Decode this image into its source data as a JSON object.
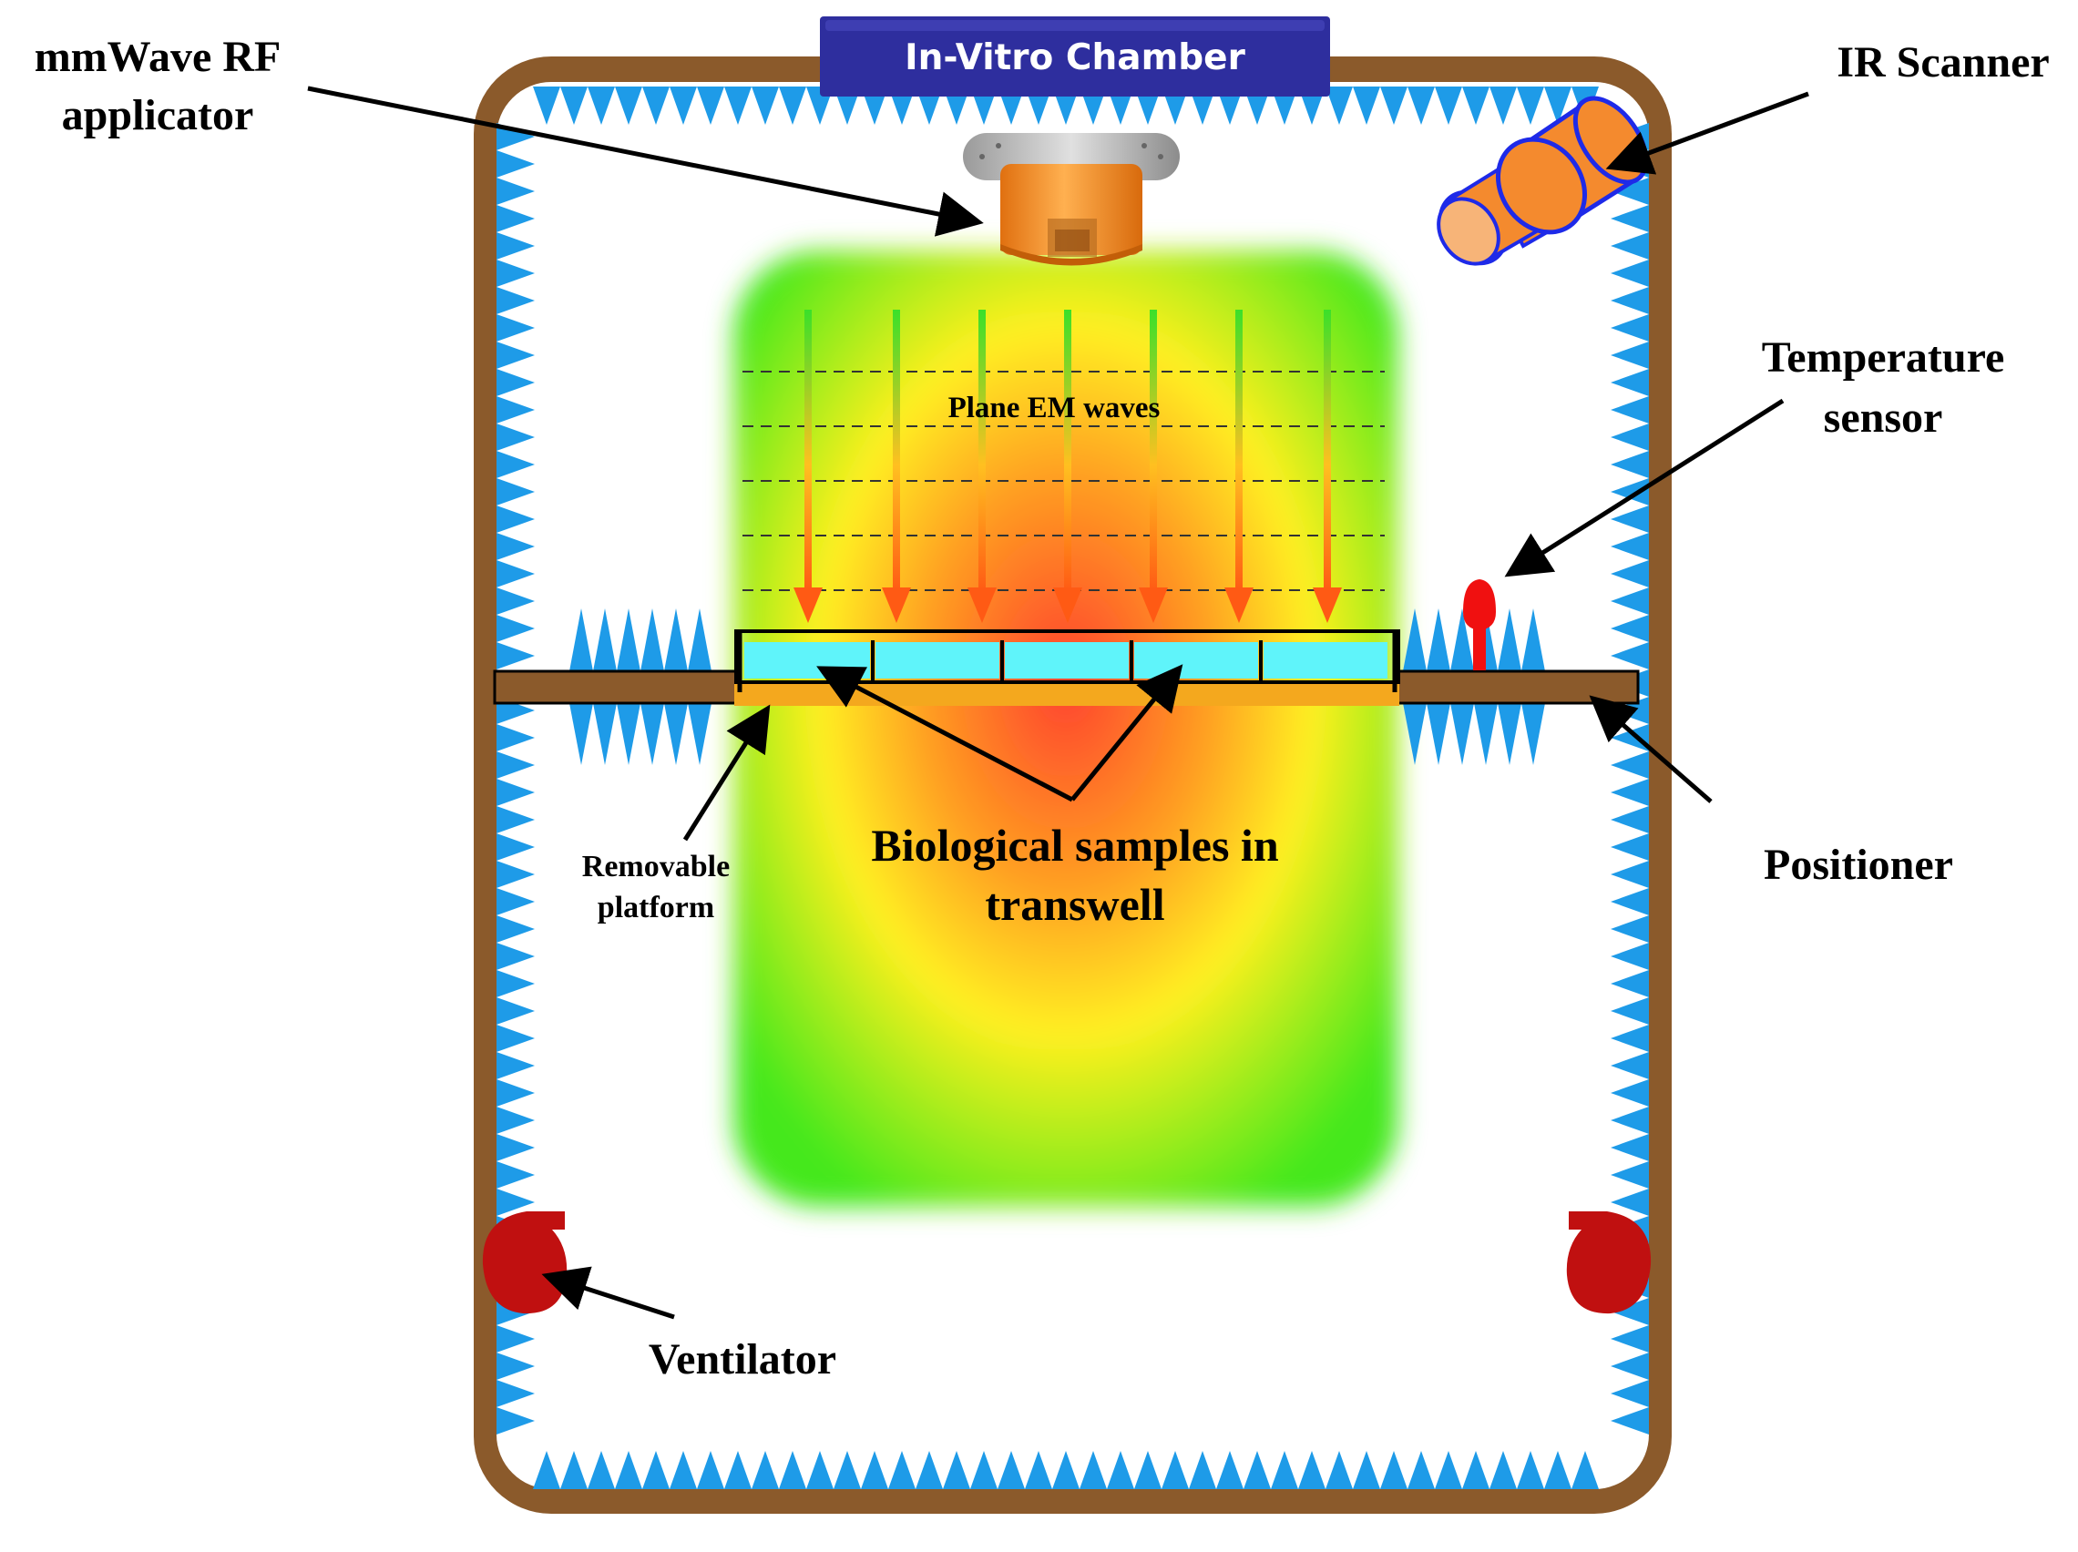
{
  "diagram": {
    "title": "In-Vitro Chamber",
    "labels": {
      "applicator_line1": "mmWave RF",
      "applicator_line2": "applicator",
      "ir_scanner": "IR Scanner",
      "temp_line1": "Temperature",
      "temp_line2": "sensor",
      "waves": "Plane EM waves",
      "platform_line1": "Removable",
      "platform_line2": "platform",
      "samples_line1": "Biological samples in",
      "samples_line2": "transwell",
      "positioner": "Positioner",
      "ventilator": "Ventilator"
    },
    "colors": {
      "chamber_wall": "#8B5A2B",
      "absorber": "#1E9BE8",
      "title_bar": "#2E2E9E",
      "applicator": "#F0901E",
      "flange": "#B0B0B0",
      "field_center": "#FF4030",
      "field_mid": "#FFF020",
      "field_edge": "#44E81A",
      "wave_arrow": "#FF5A14",
      "transwell": "#5FF4FA",
      "platform": "#F4A81E",
      "positioner": "#8B5A2B",
      "sensor": "#F01010",
      "ventilator": "#C01010",
      "ir_body": "#F48A2E",
      "ir_outline": "#1E2AE8"
    },
    "icons": [
      "rf-applicator-icon",
      "ir-scanner-icon",
      "temperature-sensor-icon",
      "ventilator-icon"
    ]
  }
}
